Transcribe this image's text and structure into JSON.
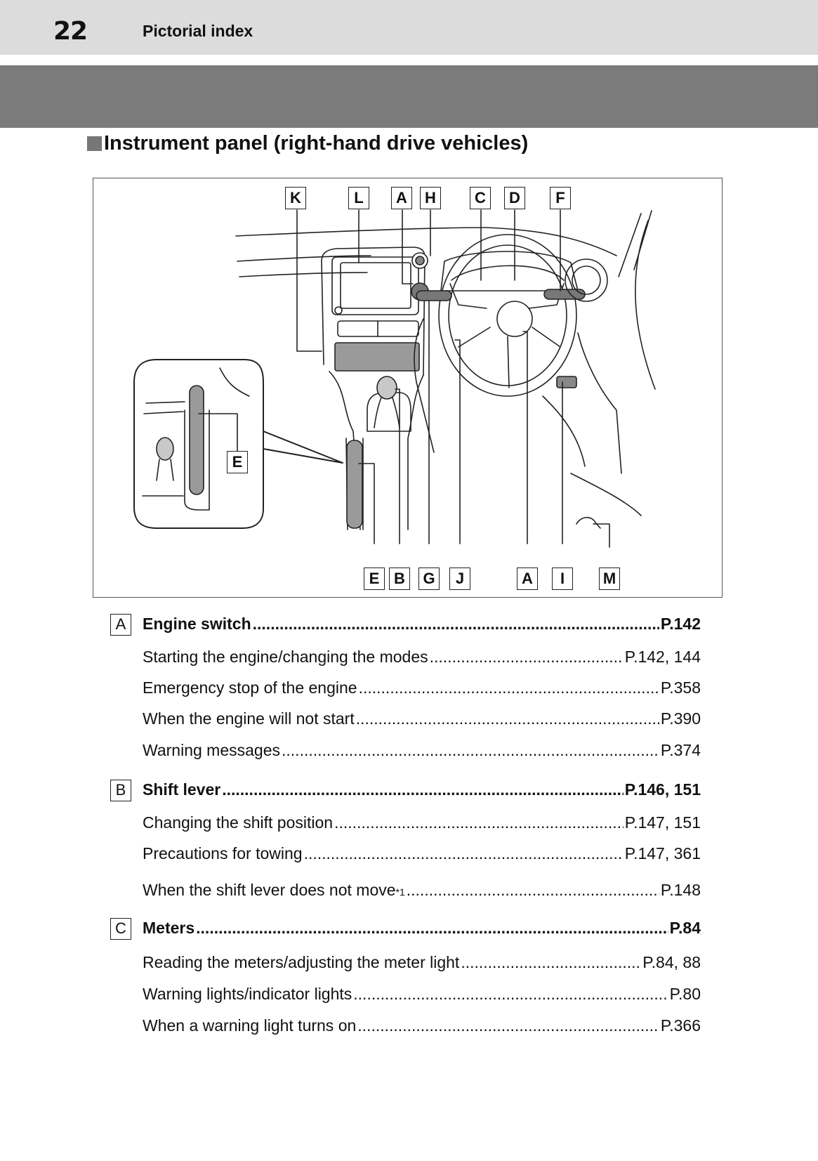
{
  "header": {
    "page_number": "22",
    "title": "Pictorial index"
  },
  "section": {
    "title": "Instrument panel (right-hand drive vehicles)"
  },
  "figure": {
    "callouts": {
      "K": "K",
      "L": "L",
      "A_top": "A",
      "H": "H",
      "C": "C",
      "D": "D",
      "F": "F",
      "E_inset": "E",
      "E": "E",
      "B": "B",
      "G": "G",
      "J": "J",
      "A_bottom": "A",
      "I": "I",
      "M": "M"
    }
  },
  "index": {
    "groups": [
      {
        "letter": "A",
        "title": "Engine switch",
        "page": "P.142",
        "items": [
          {
            "label": "Starting the engine/changing the modes",
            "page": "P.142, 144"
          },
          {
            "label": "Emergency stop of the engine",
            "page": "P.358"
          },
          {
            "label": "When the engine will not start",
            "page": "P.390"
          },
          {
            "label": "Warning messages",
            "page": "P.374"
          }
        ]
      },
      {
        "letter": "B",
        "title": "Shift lever",
        "page": "P.146, 151",
        "items": [
          {
            "label": "Changing the shift position",
            "page": "P.147, 151"
          },
          {
            "label": "Precautions for towing",
            "page": "P.147, 361"
          },
          {
            "label": "When the shift lever does not move",
            "note": "*1",
            "page": "P.148"
          }
        ]
      },
      {
        "letter": "C",
        "title": "Meters",
        "page": "P.84",
        "items": [
          {
            "label": "Reading the meters/adjusting the meter light",
            "page": "P.84, 88"
          },
          {
            "label": "Warning lights/indicator lights",
            "page": "P.80"
          },
          {
            "label": "When a warning light turns on",
            "page": "P.366"
          }
        ]
      }
    ]
  }
}
